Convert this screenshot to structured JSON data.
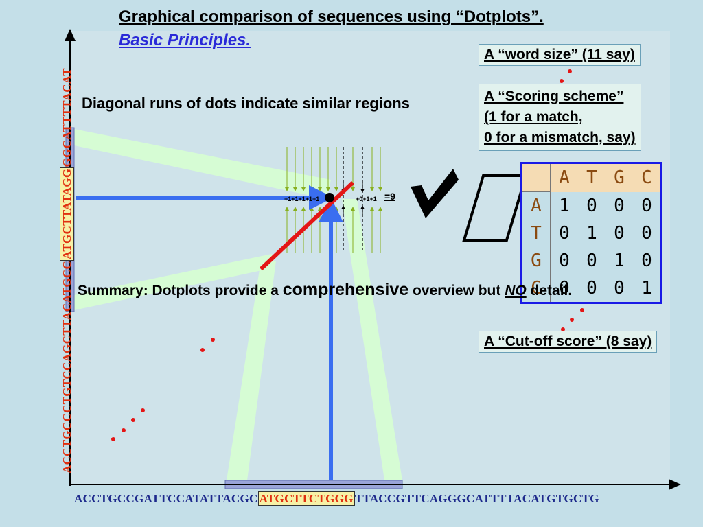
{
  "title": {
    "line1": "Graphical comparison of sequences using “Dotplots”.",
    "line2": "Basic Principles."
  },
  "diagonal_note": "Diagonal runs of dots indicate similar regions",
  "summary": {
    "part1": "Summary: Dotplots provide a ",
    "emphasis": "comprehensive",
    "part2": " overview but ",
    "no": "NO",
    "part3": " detail."
  },
  "param_boxes": {
    "word_size": "A “word size” (11 say)",
    "scoring_line1": "A “Scoring scheme”",
    "scoring_line2": "(1 for a match,",
    "scoring_line3": "0 for a mismatch, say)",
    "cutoff": "A “Cut-off score” (8 say)"
  },
  "score_table": {
    "cols": [
      "A",
      "T",
      "G",
      "C"
    ],
    "rows": [
      {
        "label": "A",
        "v": [
          "1",
          "0",
          "0",
          "0"
        ]
      },
      {
        "label": "T",
        "v": [
          "0",
          "1",
          "0",
          "0"
        ]
      },
      {
        "label": "G",
        "v": [
          "0",
          "0",
          "1",
          "0"
        ]
      },
      {
        "label": "C",
        "v": [
          "0",
          "0",
          "0",
          "1"
        ]
      }
    ]
  },
  "sequence_x": {
    "before": "ACCTGCCGATTCCATATTACGC",
    "highlight": "ATGCTTCTGGG",
    "after": "TTACCGTTCAGGGCATTTTACATGTGCTG"
  },
  "sequence_y": {
    "before": "ACCTGCCCTGTCCAGCTTACATGCC",
    "highlight": "ATGCTTATAGG",
    "after": "GGCATTTTACAT"
  },
  "scoring_row": {
    "left": "+1+1+1+1+1",
    "right": "+0+1+1",
    "sum": "=9"
  },
  "colors": {
    "background": "#c4dfe8",
    "band": "#d6fcd4",
    "arrow_blue": "#3a6ef0",
    "diagonal_red": "#e41616",
    "highlight": "#e03010",
    "table_border": "#1a1ae6"
  }
}
